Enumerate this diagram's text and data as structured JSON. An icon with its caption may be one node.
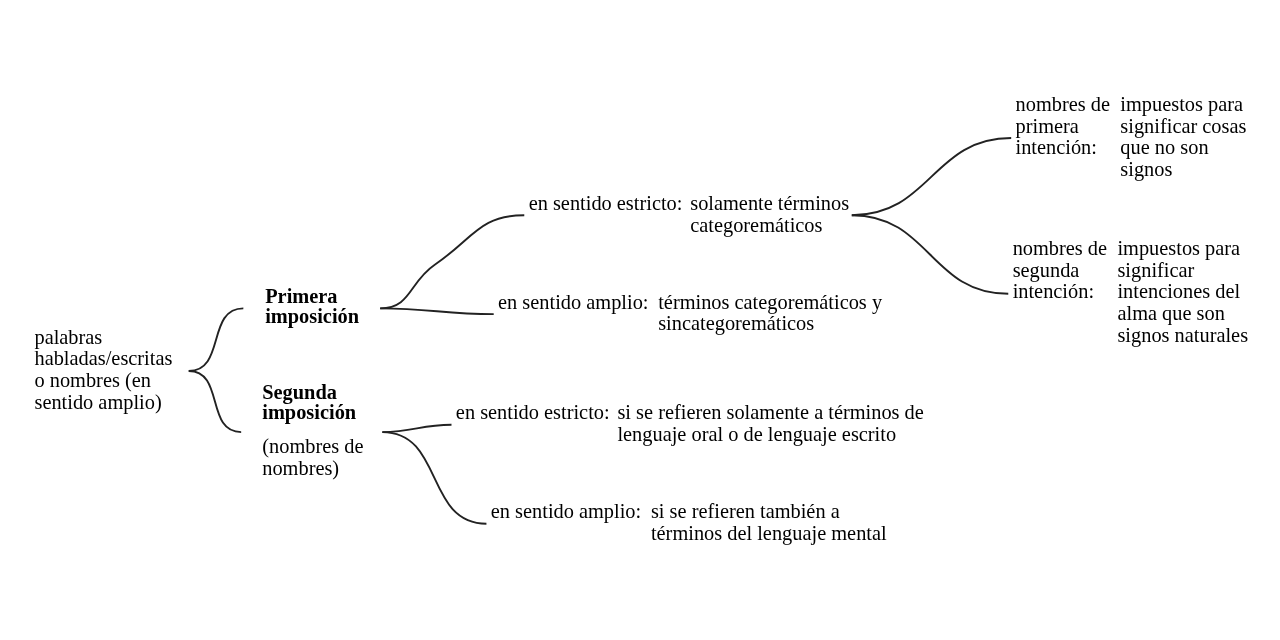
{
  "diagram": {
    "nodes": [
      {
        "text": [
          "palabras habladas/escritas o nombres (en sentido amplio)"
        ]
      },
      {
        "text": [
          "Primera imposición"
        ]
      },
      {
        "text": [
          "Segunda imposición",
          "(nombres de nombres)"
        ]
      },
      {
        "text": [
          "en sentido estricto:",
          "solamente términos categoremáticos"
        ]
      },
      {
        "text": [
          "en sentido amplio:",
          "términos categoremáticos y sincategoremáticos"
        ]
      },
      {
        "text": [
          "nombres de primera intención:",
          "impuestos para significar cosas que no son signos"
        ]
      },
      {
        "text": [
          "nombres de segunda intención:",
          "impuestos para significar intenciones del alma que son signos naturales"
        ]
      },
      {
        "text": [
          "en sentido estricto:",
          "si se refieren solamente a términos de lenguaje oral o de lenguaje escrito"
        ]
      },
      {
        "text": [
          "en sentido amplio:",
          "si se refieren también a términos del lenguaje mental"
        ]
      }
    ],
    "edges": [
      {
        "from": 0,
        "to": 1,
        "arrow": "none"
      },
      {
        "from": 0,
        "to": 2,
        "arrow": "none"
      },
      {
        "from": 1,
        "to": 3,
        "arrow": "none"
      },
      {
        "from": 1,
        "to": 4,
        "arrow": "none"
      },
      {
        "from": 3,
        "to": 5,
        "arrow": "none"
      },
      {
        "from": 3,
        "to": 6,
        "arrow": "none"
      },
      {
        "from": 2,
        "to": 7,
        "arrow": "none"
      },
      {
        "from": 2,
        "to": 8,
        "arrow": "none"
      }
    ]
  }
}
